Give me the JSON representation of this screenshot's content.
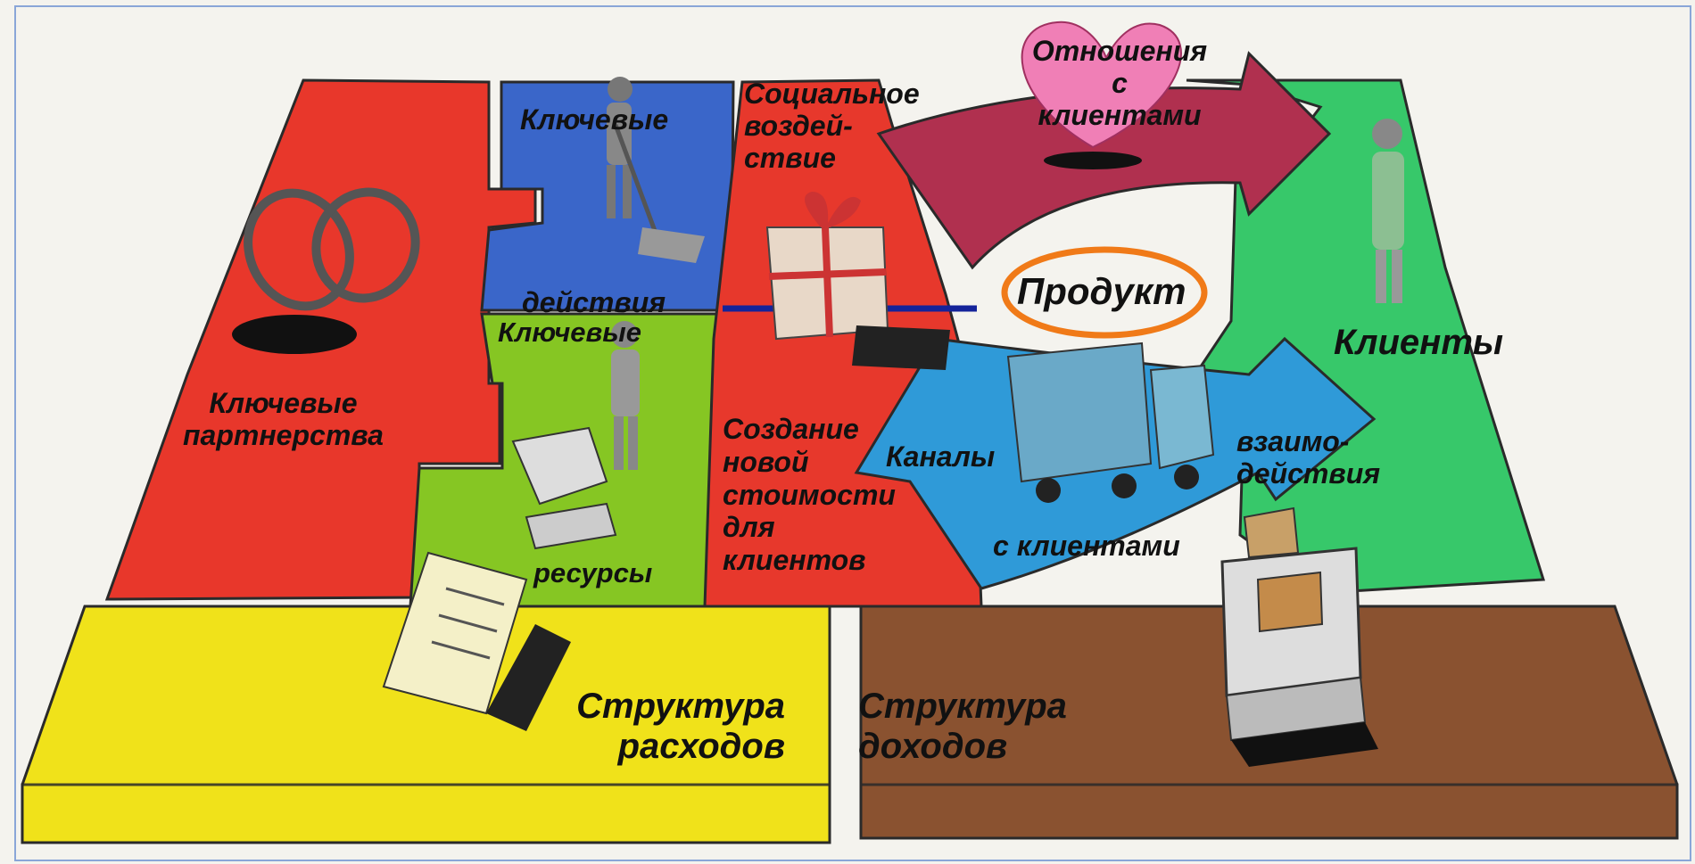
{
  "colors": {
    "partnerships": "#e8372b",
    "activities": "#3a66c9",
    "resources": "#86c623",
    "value": "#e7382c",
    "relationships": "#b0304f",
    "customers": "#37c86a",
    "channels": "#2f9ad8",
    "cost": "#f0e21a",
    "revenue": "#8a5230",
    "product_ring": "#f07a18",
    "divider_line": "#14239a",
    "heart": "#f07fb6"
  },
  "labels": {
    "key_partnerships": [
      "Ключевые",
      "партнерства"
    ],
    "key_activities_top": "Ключевые",
    "key_activities_bottom": "действия",
    "key_resources_top": "Ключевые",
    "key_resources_bottom": "ресурсы",
    "social_impact": [
      "Социальное",
      "воздей-",
      "ствие"
    ],
    "value_creation": [
      "Создание",
      "новой",
      "стоимости",
      "для",
      "клиентов"
    ],
    "relationships": [
      "Отношения",
      "с",
      "клиентами"
    ],
    "product": "Продукт",
    "customers": "Клиенты",
    "channels_left": "Каналы",
    "channels_right": [
      "взаимо-",
      "действия"
    ],
    "channels_bottom": "с клиентами",
    "cost_structure": [
      "Структура",
      "расходов"
    ],
    "revenue_structure": [
      "Структура",
      "доходов"
    ]
  },
  "icons": [
    "chain-rings-icon",
    "digging-figure-icon",
    "standing-figure-with-boxes-icon",
    "gift-box-icon",
    "heart-icon",
    "delivery-truck-icon",
    "standing-customer-icon",
    "document-paper-icon",
    "cash-register-icon"
  ]
}
